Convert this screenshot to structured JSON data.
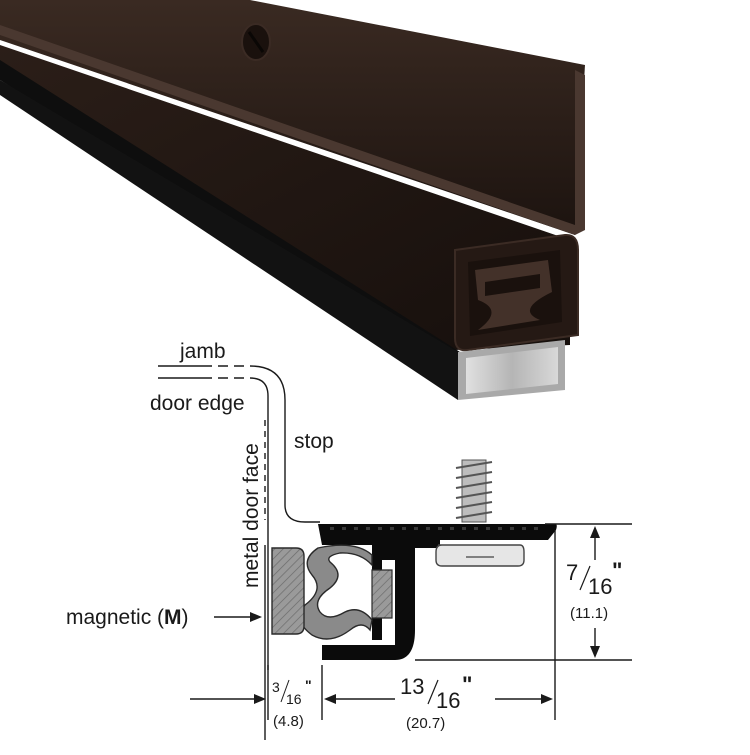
{
  "labels": {
    "jamb": "jamb",
    "door_edge": "door edge",
    "stop": "stop",
    "metal_door_face": "metal door face",
    "magnetic_prefix": "magnetic (",
    "magnetic_code": "M",
    "magnetic_suffix": ")"
  },
  "dimensions": {
    "height": {
      "whole_num": "7",
      "den": "16",
      "unit": "\"",
      "metric": "(11.1)"
    },
    "width": {
      "whole_num": "13",
      "den": "16",
      "unit": "\"",
      "metric": "(20.7)"
    },
    "offset": {
      "whole_num": "3",
      "den": "16",
      "unit": "\"",
      "metric": "(4.8)"
    }
  },
  "colors": {
    "bronze_finish": "#2a1d17",
    "profile_fill": "#0b0b0b",
    "bulb_gray": "#8a8a8a",
    "magnet_gray": "#9a9a9a",
    "magnet_strip": "#c9c9c9"
  }
}
